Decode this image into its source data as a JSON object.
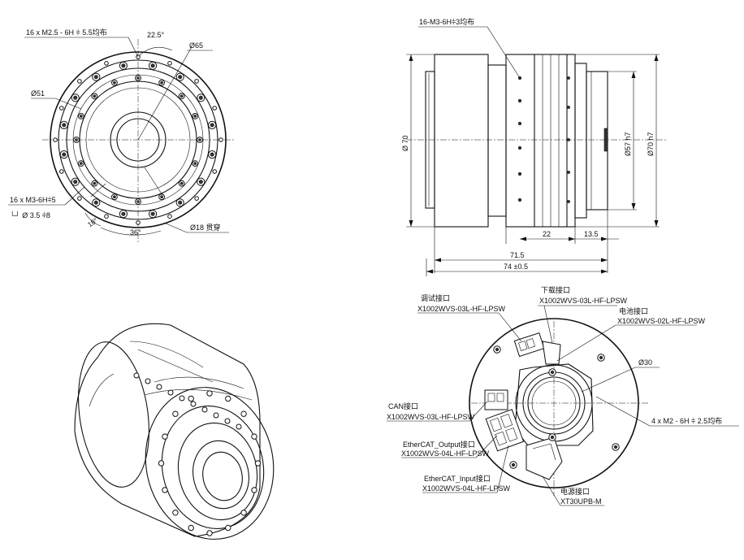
{
  "front_view": {
    "hole_note_top": "16 x  M2.5 - 6H ⫩ 5.5均布",
    "angle_22": "22.5°",
    "dia_65": "Ø65",
    "dia_51": "Ø51",
    "hole_note_bottom": "16 x M3-6H⫩5",
    "counterbore_note": "└┘  Ø  3.5 ⫩8",
    "angle_18": "18°",
    "angle_36": "36°",
    "dia_18": "Ø18  贯穿"
  },
  "side_view": {
    "hole_note": "16-M3-6H⫩3均布",
    "dia_70_left": "Ø 70",
    "dia_57": "Ø57 h7",
    "dia_70_right": "Ø70 h7",
    "dim_22": "22",
    "dim_13_5": "13.5",
    "dim_71_5": "71.5",
    "dim_74": "74 ±0.5"
  },
  "rear_view": {
    "debug_label": "调试接口",
    "debug_part": "X1002WVS-03L-HF-LPSW",
    "download_label": "下载接口",
    "download_part": "X1002WVS-03L-HF-LPSW",
    "battery_label": "电池接口",
    "battery_part": "X1002WVS-02L-HF-LPSW",
    "dia_30": "Ø30",
    "can_label": "CAN接口",
    "can_part": "X1002WVS-03L-HF-LPSW",
    "holes_note": "4 x  M2 - 6H ⫩ 2.5均布",
    "ecat_out_label": "EtherCAT_Output接口",
    "ecat_out_part": "X1002WVS-04L-HF-LPSW",
    "ecat_in_label": "EtherCAT_Input接口",
    "ecat_in_part": "X1002WVS-04L-HF-LPSW",
    "power_label": "电源接口",
    "power_part": "XT30UPB-M"
  }
}
